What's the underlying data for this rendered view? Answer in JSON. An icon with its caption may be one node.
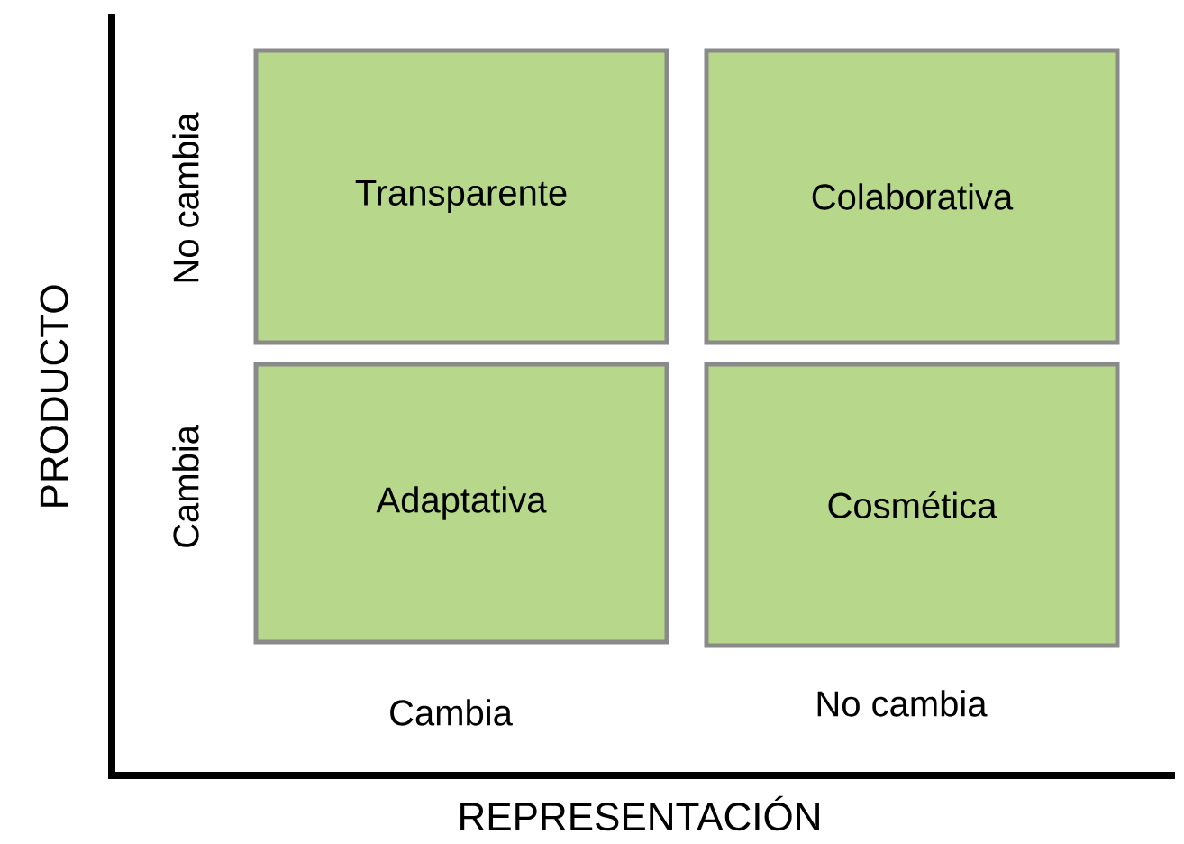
{
  "diagram": {
    "nodes": [
      {
        "text": [
          "Transparente"
        ]
      },
      {
        "text": [
          "Colaborativa"
        ]
      },
      {
        "text": [
          "Adaptativa"
        ]
      },
      {
        "text": [
          "Cosmética"
        ]
      }
    ],
    "labels": [
      "No cambia",
      "PRODUCTO",
      "Cambia",
      "Cambia",
      "No cambia",
      "REPRESENTACIÓN"
    ]
  }
}
